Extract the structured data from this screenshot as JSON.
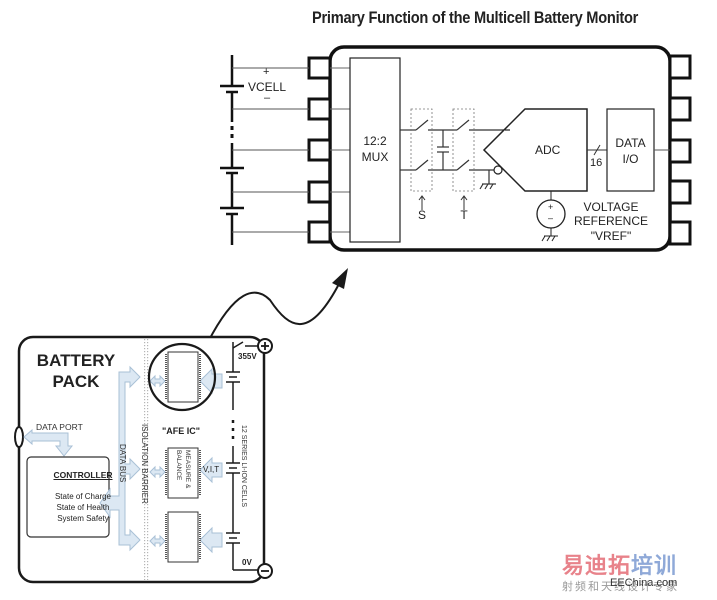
{
  "title": "Primary Function of the Multicell Battery Monitor",
  "monitor": {
    "vcell_plus": "+",
    "vcell_label": "VCELL",
    "vcell_minus": "–",
    "mux_line1": "12:2",
    "mux_line2": "MUX",
    "switch_s_label": "S",
    "switch_t_label": "T",
    "adc_label": "ADC",
    "bus_width": "16",
    "dataio_line1": "DATA",
    "dataio_line2": "I/O",
    "vref_plus": "+",
    "vref_minus": "–",
    "vref_line1": "VOLTAGE",
    "vref_line2": "REFERENCE",
    "vref_line3": "\"VREF\"",
    "pins_per_side": 5
  },
  "battery_pack": {
    "title_line1": "BATTERY",
    "title_line2": "PACK",
    "data_port_label": "DATA PORT",
    "controller": {
      "heading": "CONTROLLER",
      "functions": [
        "State of Charge",
        "State of Health",
        "System Safety"
      ]
    },
    "data_bus_label": "DATA BUS",
    "isolation_label": "ISOLATION BARRIER",
    "afe_label": "\"AFE IC\"",
    "afe_function": "MEASURE & BALANCE",
    "vit_label": "V,I,T",
    "cells_label": "12 SERIES LI-ION CELLS",
    "top_voltage": "355V",
    "bottom_voltage": "0V",
    "plus_terminal": "+",
    "minus_terminal": "−"
  },
  "watermark": {
    "brand_red": "易迪拓",
    "brand_blue": "培训",
    "tagline": "射频和天线设计专家",
    "site": "EEChina.com"
  },
  "colors": {
    "line": "#1a1a1a",
    "arrow_fill": "#dce8f3",
    "arrow_stroke": "#a9c0d6",
    "barrier": "#b8b8b8"
  }
}
